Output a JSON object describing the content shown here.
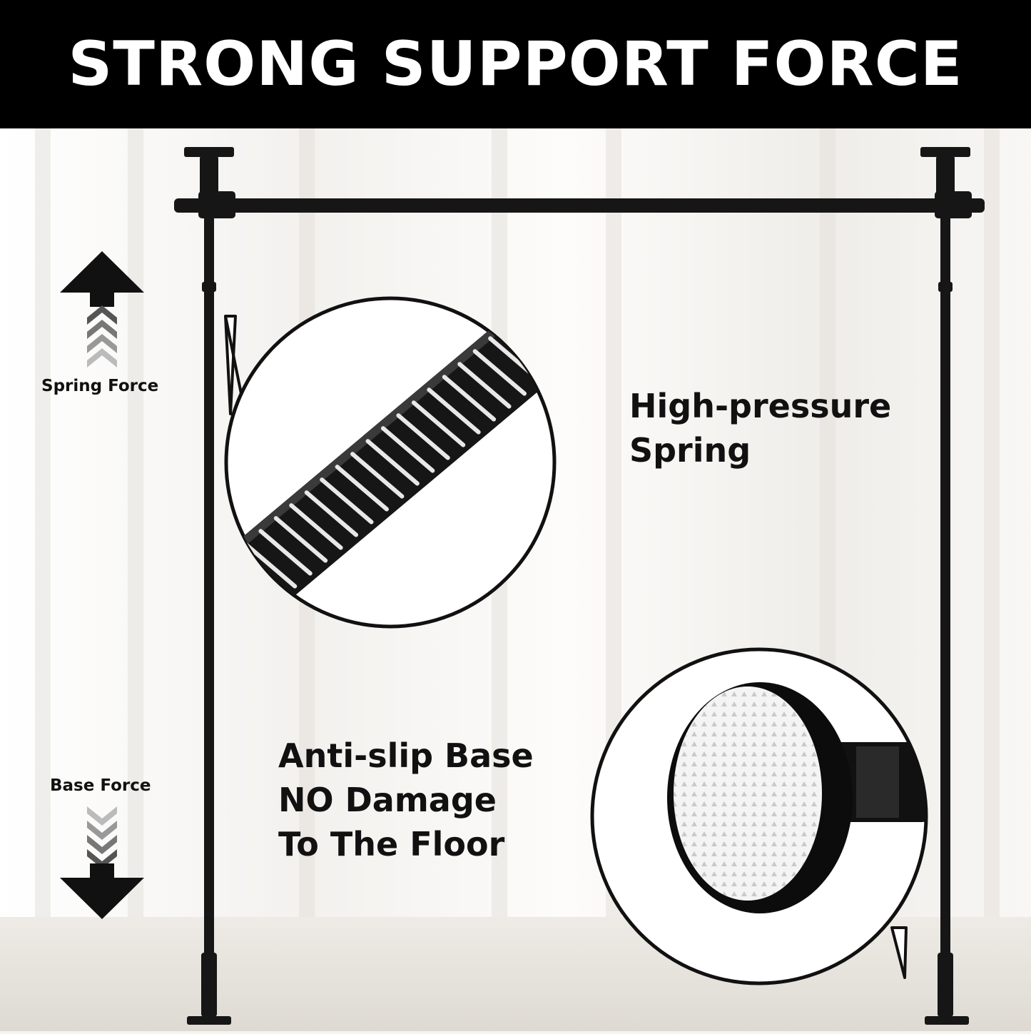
{
  "header": {
    "title": "STRONG SUPPORT FORCE"
  },
  "arrows": {
    "up_label": "Spring Force",
    "down_label": "Base Force"
  },
  "features": {
    "spring": {
      "lines": [
        "High-pressure",
        "Spring"
      ]
    },
    "base": {
      "lines": [
        "Anti-slip Base",
        "NO Damage",
        "To The Floor"
      ]
    }
  },
  "colors": {
    "header_bg": "#000000",
    "header_text": "#ffffff",
    "text": "#111111",
    "rack": "#161616"
  },
  "icons": [
    "up-arrow-icon",
    "down-arrow-icon",
    "spring-closeup",
    "base-pad-closeup"
  ]
}
